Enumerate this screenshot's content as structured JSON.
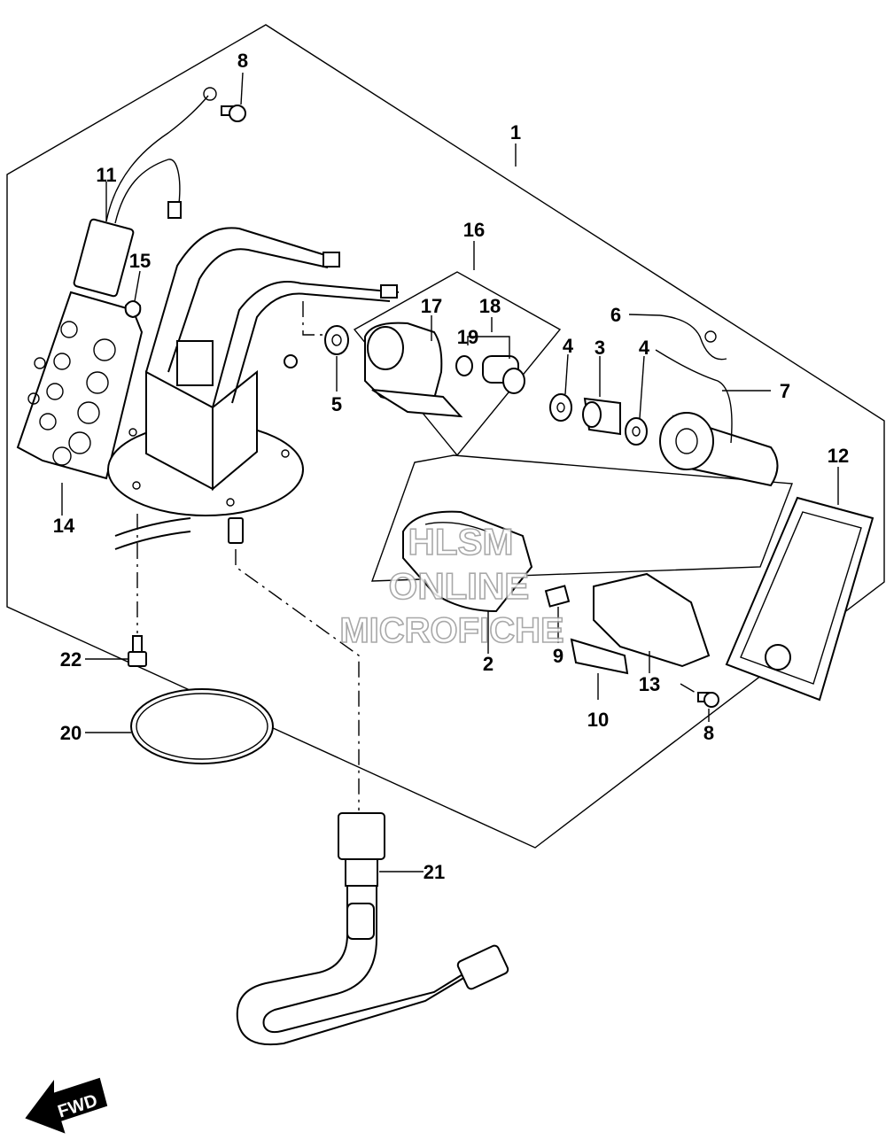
{
  "diagram": {
    "callouts": {
      "p1": "1",
      "p2": "2",
      "p3": "3",
      "p4a": "4",
      "p4b": "4",
      "p5": "5",
      "p6": "6",
      "p7": "7",
      "p8a": "8",
      "p8b": "8",
      "p9": "9",
      "p10": "10",
      "p11": "11",
      "p12": "12",
      "p13": "13",
      "p14": "14",
      "p15": "15",
      "p16": "16",
      "p17": "17",
      "p18": "18",
      "p19": "19",
      "p20": "20",
      "p21": "21",
      "p22": "22"
    },
    "watermark": {
      "line1": "HLSM",
      "line2": "ONLINE",
      "line3": "MICROFICHE"
    },
    "fwd_label": "FWD"
  }
}
